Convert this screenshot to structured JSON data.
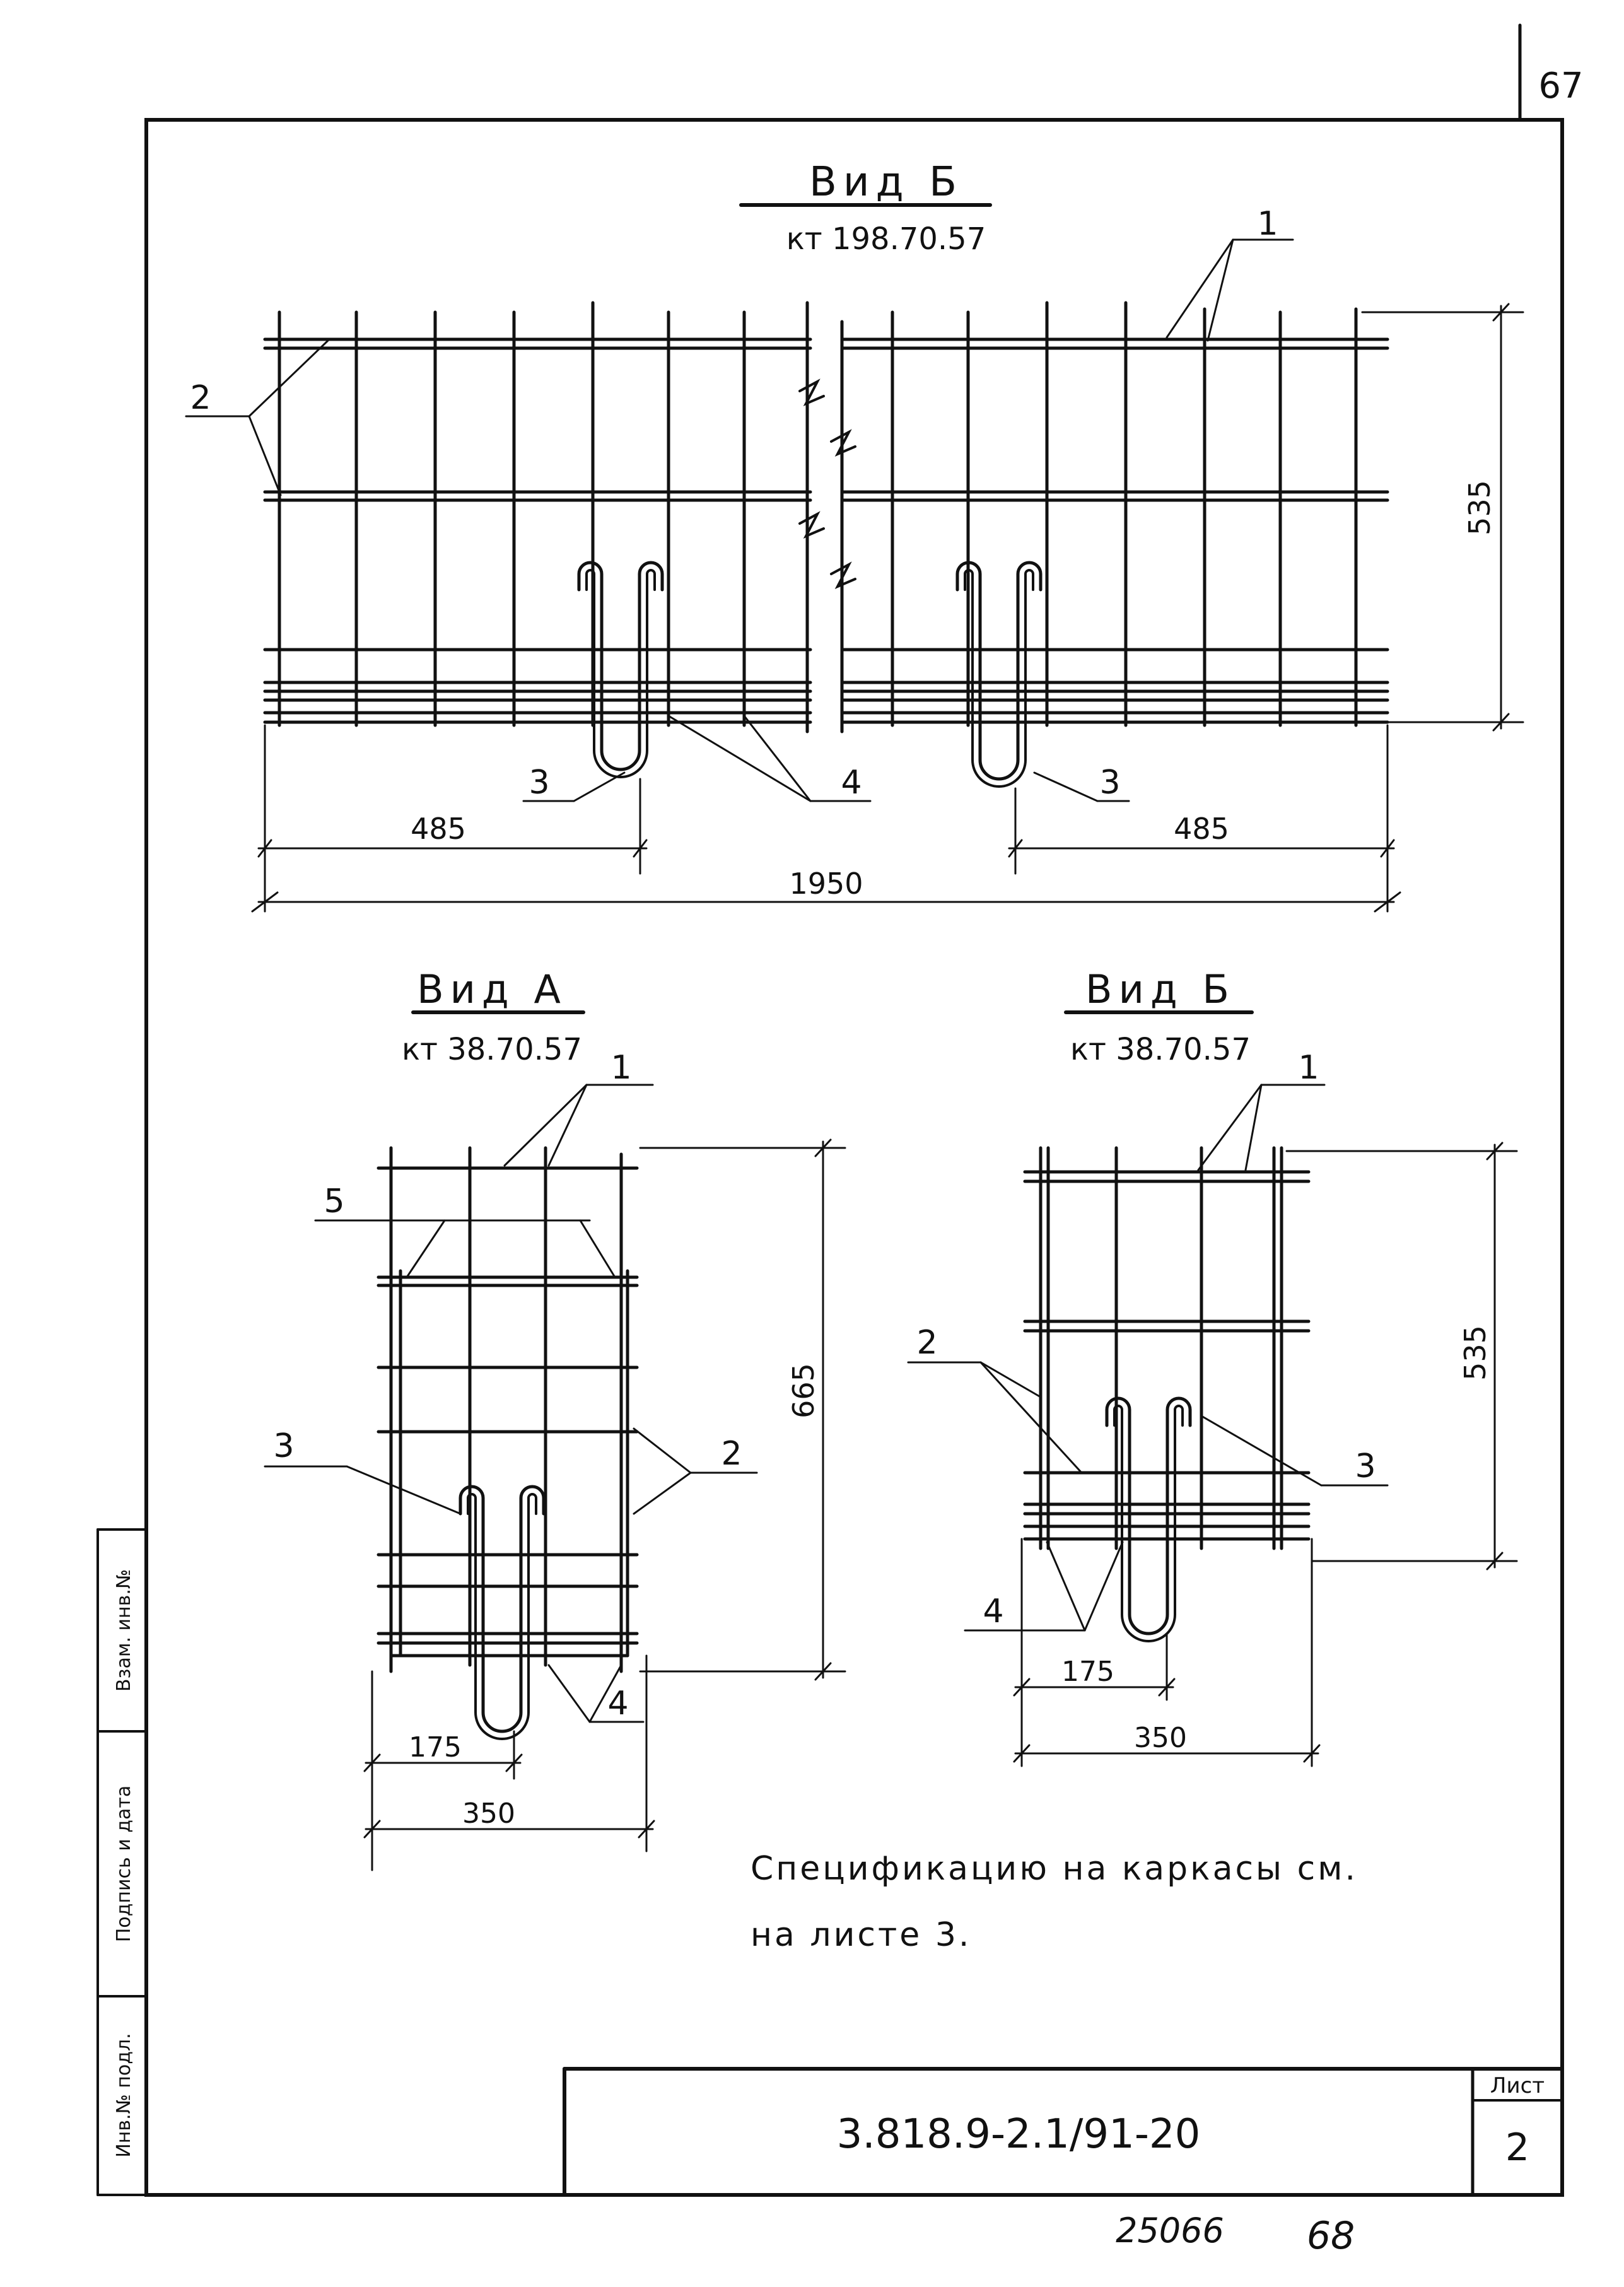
{
  "sheet": {
    "page_number": "67",
    "code": "3.818.9-2.1/91-20",
    "sheet_label": "Лист",
    "sheet_number": "2",
    "footer_left": "25066",
    "footer_right": "68",
    "note_line1": "Спецификацию на каркасы см.",
    "note_line2": "на листе 3."
  },
  "sidebar": {
    "cell1": "Взам. инв.№",
    "cell2": "Подпись и дата",
    "cell3": "Инв.№ подл."
  },
  "views": {
    "top": {
      "title": "Вид Б",
      "mark": "кт 198.70.57"
    },
    "left": {
      "title": "Вид А",
      "mark": "кт 38.70.57"
    },
    "right": {
      "title": "Вид Б",
      "mark": "кт 38.70.57"
    }
  },
  "dimensions": {
    "top_width": "1950",
    "top_hook_left": "485",
    "top_hook_right": "485",
    "top_height": "535",
    "left_width": "350",
    "left_half": "175",
    "left_height": "665",
    "right_width": "350",
    "right_half": "175",
    "right_height": "535"
  },
  "callouts": {
    "n1": "1",
    "n2": "2",
    "n3": "3",
    "n4": "4",
    "n5": "5"
  }
}
